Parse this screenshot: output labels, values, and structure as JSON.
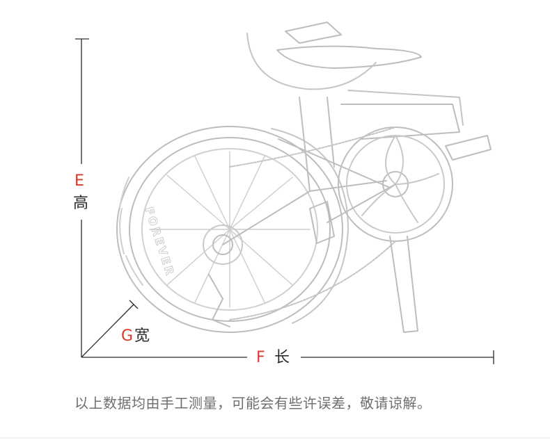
{
  "dimensions": {
    "height": {
      "letter": "E",
      "label": "高"
    },
    "length": {
      "letter": "F",
      "label": "长"
    },
    "width": {
      "letter": "G",
      "label": "宽"
    }
  },
  "bike": {
    "brand_text": "FOREVER"
  },
  "note": "以上数据均由手工测量，可能会有些许误差，敬请谅解。",
  "colors": {
    "accent": "#d83a2a",
    "line": "#2a2a2a",
    "sketch": "#b8b8b8",
    "note": "#6f6f6f"
  }
}
